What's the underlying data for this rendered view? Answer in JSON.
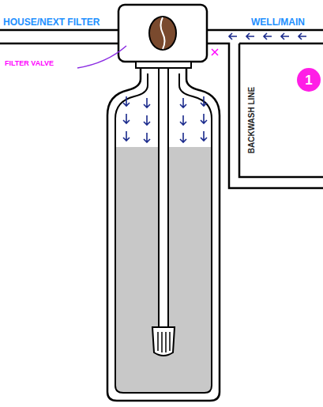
{
  "diagram": {
    "labels": [
      "HOUSE/NEXT FILTER",
      "WELL/MAIN",
      "FILTER VALVE",
      "BACKWASH LINE",
      "1"
    ]
  }
}
